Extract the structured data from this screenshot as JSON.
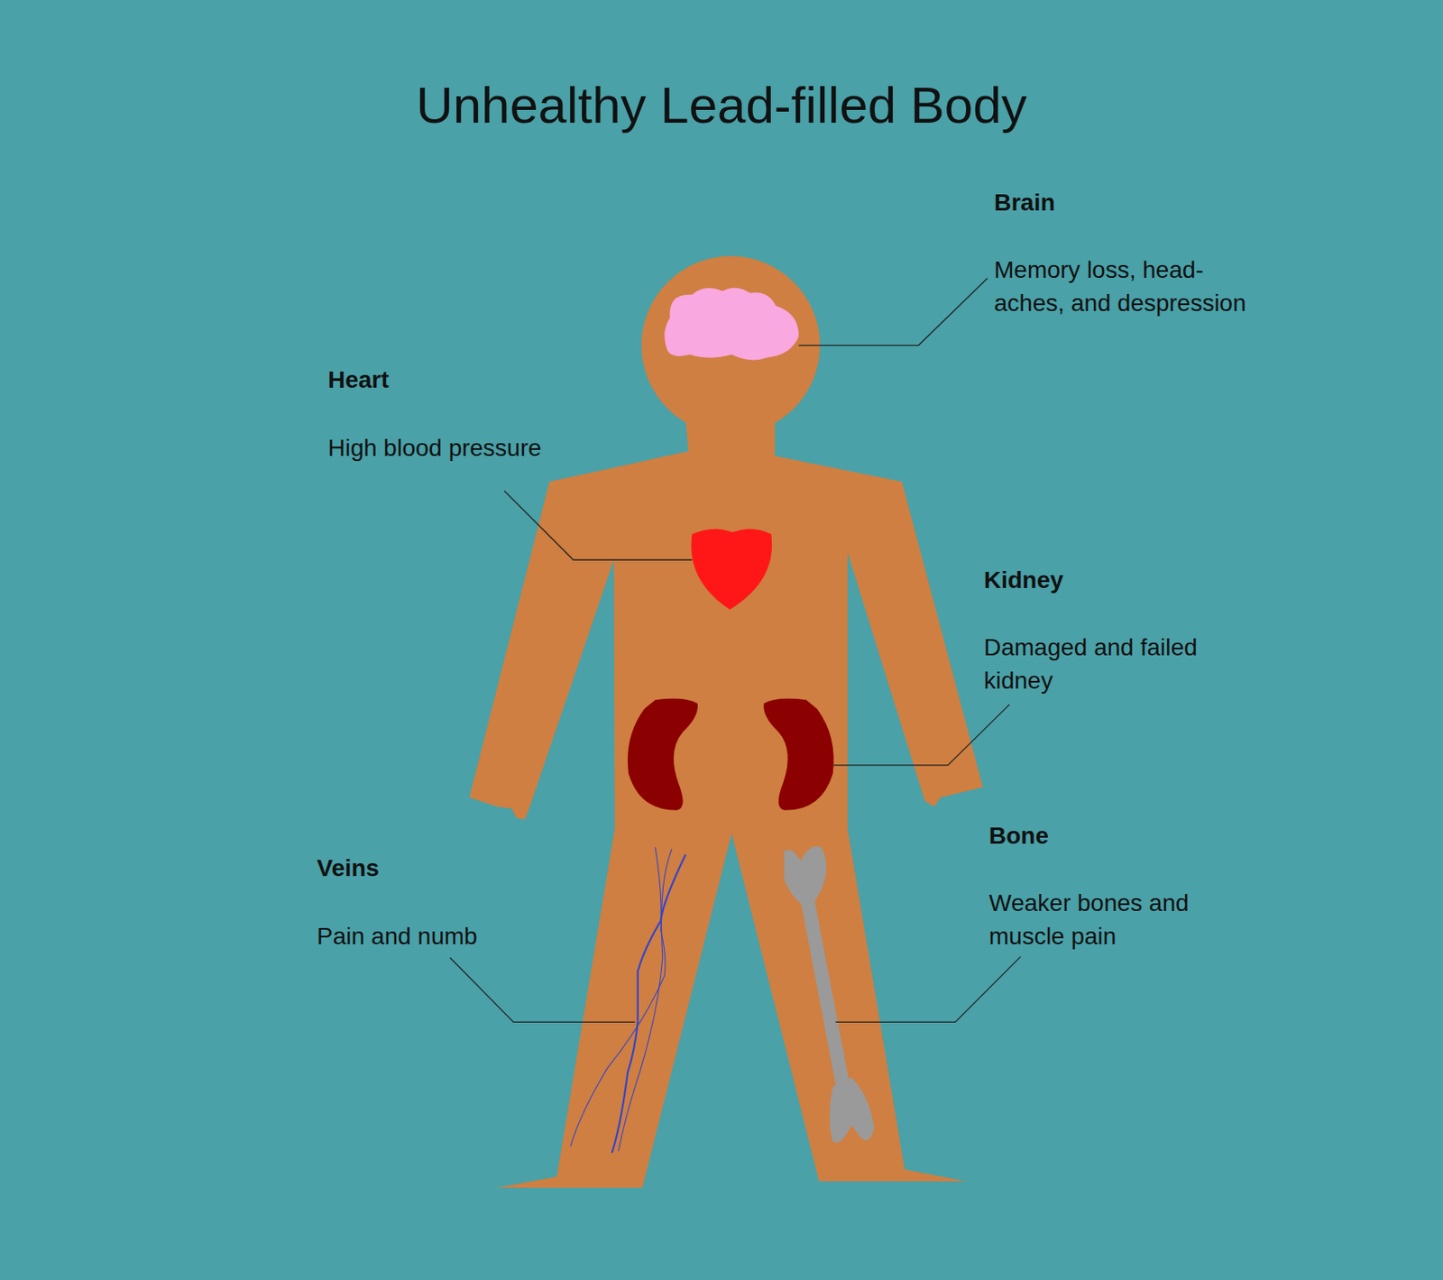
{
  "diagram": {
    "title": "Unhealthy Lead-filled Body",
    "labels": [
      "Brain",
      "Memory loss, head- aches, and despression",
      "Heart",
      "High blood pressure",
      "Kidney",
      "Damaged and failed kidney",
      "Veins",
      "Pain and numb",
      "Bone",
      "Weaker bones and muscle pain"
    ]
  }
}
